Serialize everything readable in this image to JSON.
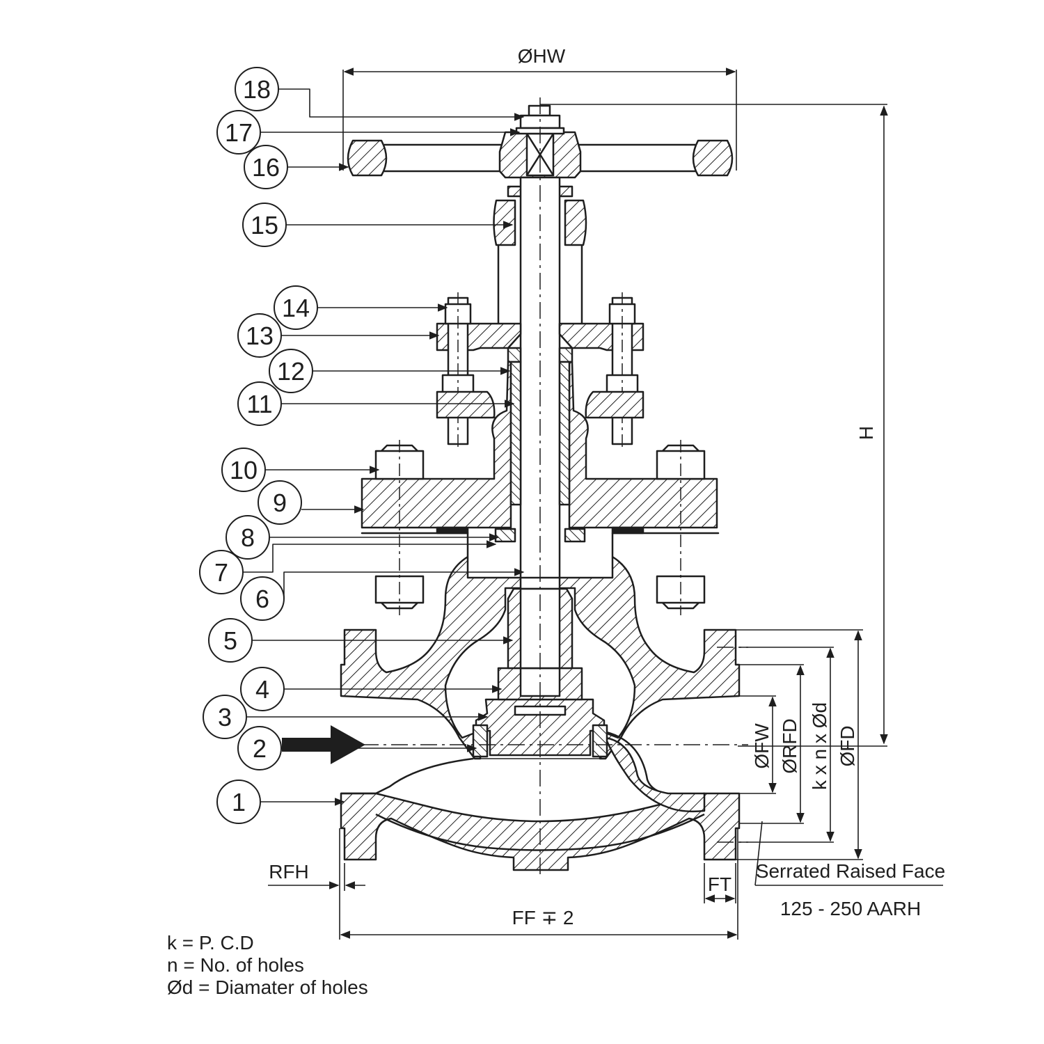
{
  "callouts": [
    {
      "num": "18"
    },
    {
      "num": "17"
    },
    {
      "num": "16"
    },
    {
      "num": "15"
    },
    {
      "num": "14"
    },
    {
      "num": "13"
    },
    {
      "num": "12"
    },
    {
      "num": "11"
    },
    {
      "num": "10"
    },
    {
      "num": "9"
    },
    {
      "num": "8"
    },
    {
      "num": "7"
    },
    {
      "num": "6"
    },
    {
      "num": "5"
    },
    {
      "num": "4"
    },
    {
      "num": "3"
    },
    {
      "num": "2"
    },
    {
      "num": "1"
    }
  ],
  "dimensions": {
    "hw": "ØHW",
    "h": "H",
    "fw": "ØFW",
    "rfd": "ØRFD",
    "kxnxd": "k x n x Ød",
    "fd": "ØFD",
    "rfh": "RFH",
    "ft": "FT",
    "ff": "FF ∓ 2"
  },
  "face_note": {
    "line1": "Serrated Raised Face",
    "line2": "125 - 250 AARH"
  },
  "legend": [
    "k = P. C.D",
    "n = No. of holes",
    "Ød = Diamater of holes"
  ],
  "colors": {
    "line": "#1e1e1e",
    "background": "#ffffff"
  }
}
